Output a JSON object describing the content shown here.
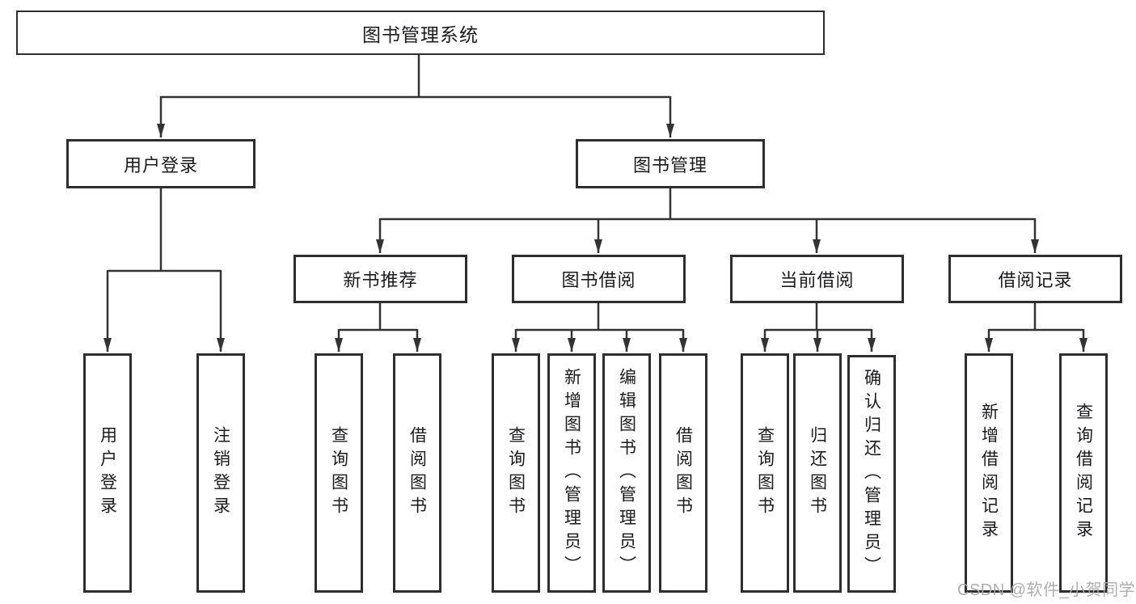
{
  "diagram": {
    "root": {
      "label": "图书管理系统"
    },
    "level2": [
      {
        "label": "用户登录"
      },
      {
        "label": "图书管理"
      }
    ],
    "level3": [
      {
        "label": "新书推荐"
      },
      {
        "label": "图书借阅"
      },
      {
        "label": "当前借阅"
      },
      {
        "label": "借阅记录"
      }
    ],
    "leaves": [
      {
        "parent": "用户登录",
        "label": "用户登录"
      },
      {
        "parent": "用户登录",
        "label": "注销登录"
      },
      {
        "parent": "新书推荐",
        "label": "查询图书"
      },
      {
        "parent": "新书推荐",
        "label": "借阅图书"
      },
      {
        "parent": "图书借阅",
        "label": "查询图书"
      },
      {
        "parent": "图书借阅",
        "label": "新增图书（管理员）"
      },
      {
        "parent": "图书借阅",
        "label": "编辑图书（管理员）"
      },
      {
        "parent": "图书借阅",
        "label": "借阅图书"
      },
      {
        "parent": "当前借阅",
        "label": "查询图书"
      },
      {
        "parent": "当前借阅",
        "label": "归还图书"
      },
      {
        "parent": "当前借阅",
        "label": "确认归还（管理员）"
      },
      {
        "parent": "借阅记录",
        "label": "新增借阅记录"
      },
      {
        "parent": "借阅记录",
        "label": "查询借阅记录"
      }
    ],
    "colors": {
      "line": "#333333",
      "box_border": "#2e2e2e",
      "text": "#1b1b1d",
      "background": "#ffffff",
      "watermark": "#aaaaaa"
    }
  },
  "watermark": {
    "text": "CSDN @软件_小贺同学"
  }
}
